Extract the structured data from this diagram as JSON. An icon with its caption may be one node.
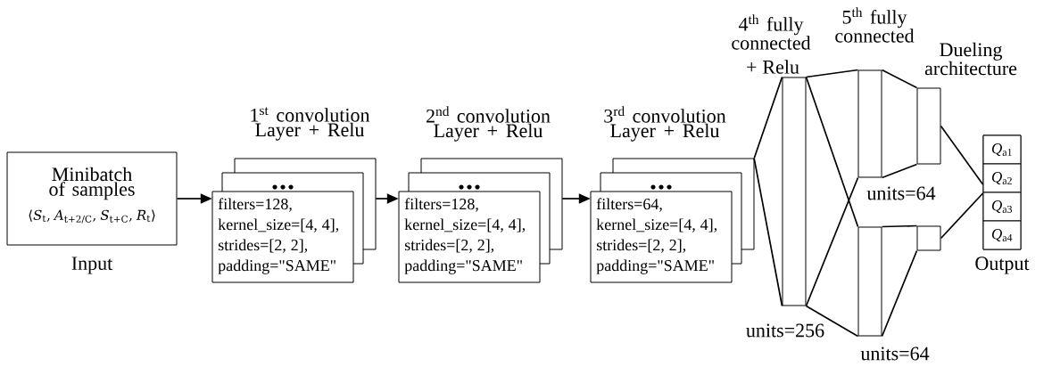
{
  "diagram": {
    "nodes": [
      {
        "text": [
          "Minibatch of samples",
          "⟨*S*$_{t}$, *A*$_{t+2/C}$, *S*$_{t+C}$, *R*$_{t}$⟩"
        ],
        "beside": [
          "Input"
        ]
      },
      {
        "text": [
          "1$^{st}$ convolution Layer + Relu",
          "filters=128,",
          "kernel_size=[4, 4],",
          "strides=[2, 2],",
          "padding=\"SAME\""
        ]
      },
      {
        "text": [
          "2$^{nd}$ convolution Layer + Relu",
          "filters=128,",
          "kernel_size=[4, 4],",
          "strides=[2, 2],",
          "padding=\"SAME\""
        ]
      },
      {
        "text": [
          "3$^{rd}$ convolution Layer + Relu",
          "filters=64,",
          "kernel_size=[4, 4],",
          "strides=[2, 2],",
          "padding=\"SAME\""
        ]
      },
      {
        "text": [
          "4$^{th}$ fully connected",
          "+ Relu"
        ],
        "beside": [
          "units=256"
        ]
      },
      {
        "text": [
          "5$^{th}$ fully connected"
        ],
        "beside": [
          "units=64"
        ]
      },
      {
        "text": [],
        "shape": "box",
        "beside": [
          "units=64"
        ]
      },
      {
        "text": [
          "Dueling architecture"
        ]
      },
      {
        "text": [],
        "shape": "box"
      },
      {
        "text": [],
        "shape": "box",
        "beside": [
          "Output"
        ]
      },
      {
        "text": [
          "*Q*$_{a1}$"
        ],
        "in": 9
      },
      {
        "text": [
          "*Q*$_{a2}$"
        ],
        "in": 9
      },
      {
        "text": [
          "*Q*$_{a3}$"
        ],
        "in": 9
      },
      {
        "text": [
          "*Q*$_{a4}$"
        ],
        "in": 9
      }
    ],
    "edges": [
      {
        "from": 0,
        "to": 1,
        "arrow": "to"
      },
      {
        "from": 1,
        "to": 2,
        "arrow": "to"
      },
      {
        "from": 2,
        "to": 3,
        "arrow": "to"
      },
      {
        "from": 3,
        "to": 4,
        "arrow": "none"
      },
      {
        "from": 4,
        "to": 5,
        "arrow": "none"
      },
      {
        "from": 4,
        "to": 6,
        "arrow": "none"
      },
      {
        "from": 5,
        "to": 7,
        "arrow": "none"
      },
      {
        "from": 6,
        "to": 8,
        "arrow": "none"
      },
      {
        "from": 7,
        "to": 9,
        "arrow": "none"
      },
      {
        "from": 8,
        "to": 9,
        "arrow": "none"
      }
    ]
  }
}
